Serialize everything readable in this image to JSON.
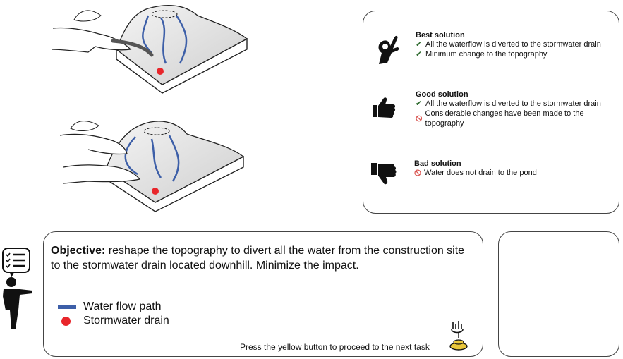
{
  "rubric": {
    "best": {
      "title": "Best solution",
      "icon": "ok-hand-icon",
      "items": [
        {
          "status": "check",
          "text": "All the waterflow is diverted to the stormwater drain"
        },
        {
          "status": "check",
          "text": "Minimum change to the topography"
        }
      ]
    },
    "good": {
      "title": "Good solution",
      "icon": "thumbs-up-icon",
      "items": [
        {
          "status": "check",
          "text": "All the waterflow is diverted to the stormwater drain"
        },
        {
          "status": "prohibited",
          "text": "Considerable changes have been made to the topography"
        }
      ]
    },
    "bad": {
      "title": "Bad solution",
      "icon": "thumbs-down-icon",
      "items": [
        {
          "status": "prohibited",
          "text": "Water does not drain to the pond"
        }
      ]
    }
  },
  "instructions": {
    "objective_label": "Objective:",
    "objective_text": " reshape the topography to divert all the water from the construction site to the stormwater drain located downhill. Minimize the impact.",
    "legend": [
      {
        "label": "Water flow path",
        "color": "#3d5fa8",
        "icon": "blue-line-icon"
      },
      {
        "label": "Stormwater drain",
        "color": "#e8262b",
        "icon": "red-dot-icon"
      }
    ],
    "proceed_text": "Press the yellow button to proceed to the next task",
    "button_color": "#e9c73c"
  },
  "colors": {
    "water": "#3d5fa8",
    "drain": "#e8262b",
    "check": "#2f6b2f",
    "prohibited": "#d9534f"
  }
}
